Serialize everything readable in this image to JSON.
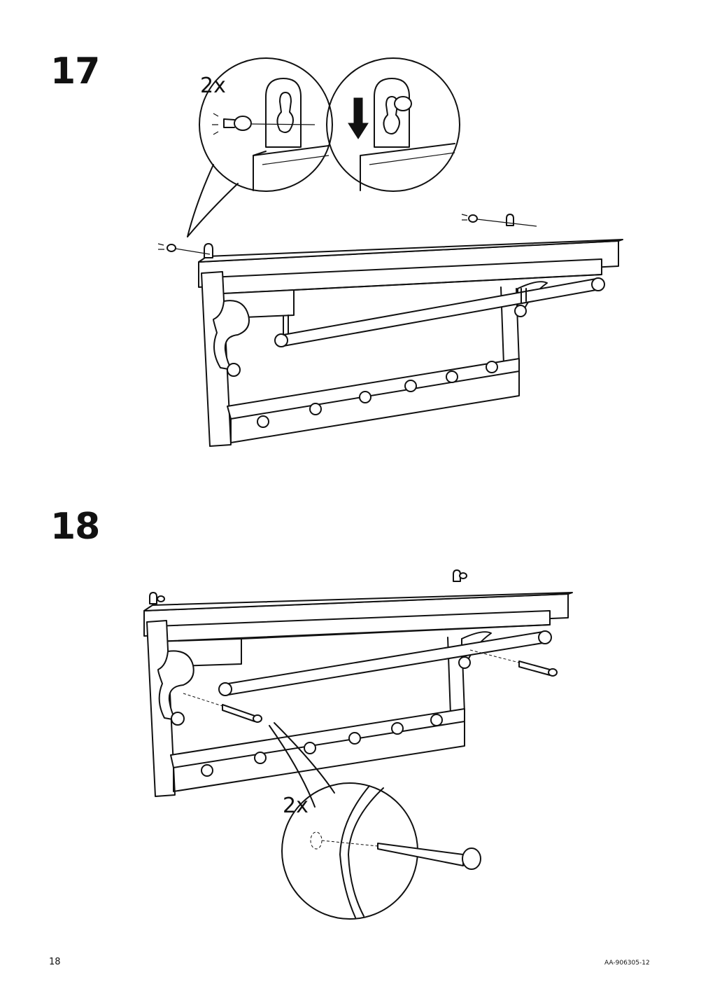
{
  "steps": [
    {
      "number": "17",
      "quantity": "2x"
    },
    {
      "number": "18",
      "quantity": "2x"
    }
  ],
  "footer": {
    "page_number": "18",
    "doc_code": "AA-906305-12"
  }
}
